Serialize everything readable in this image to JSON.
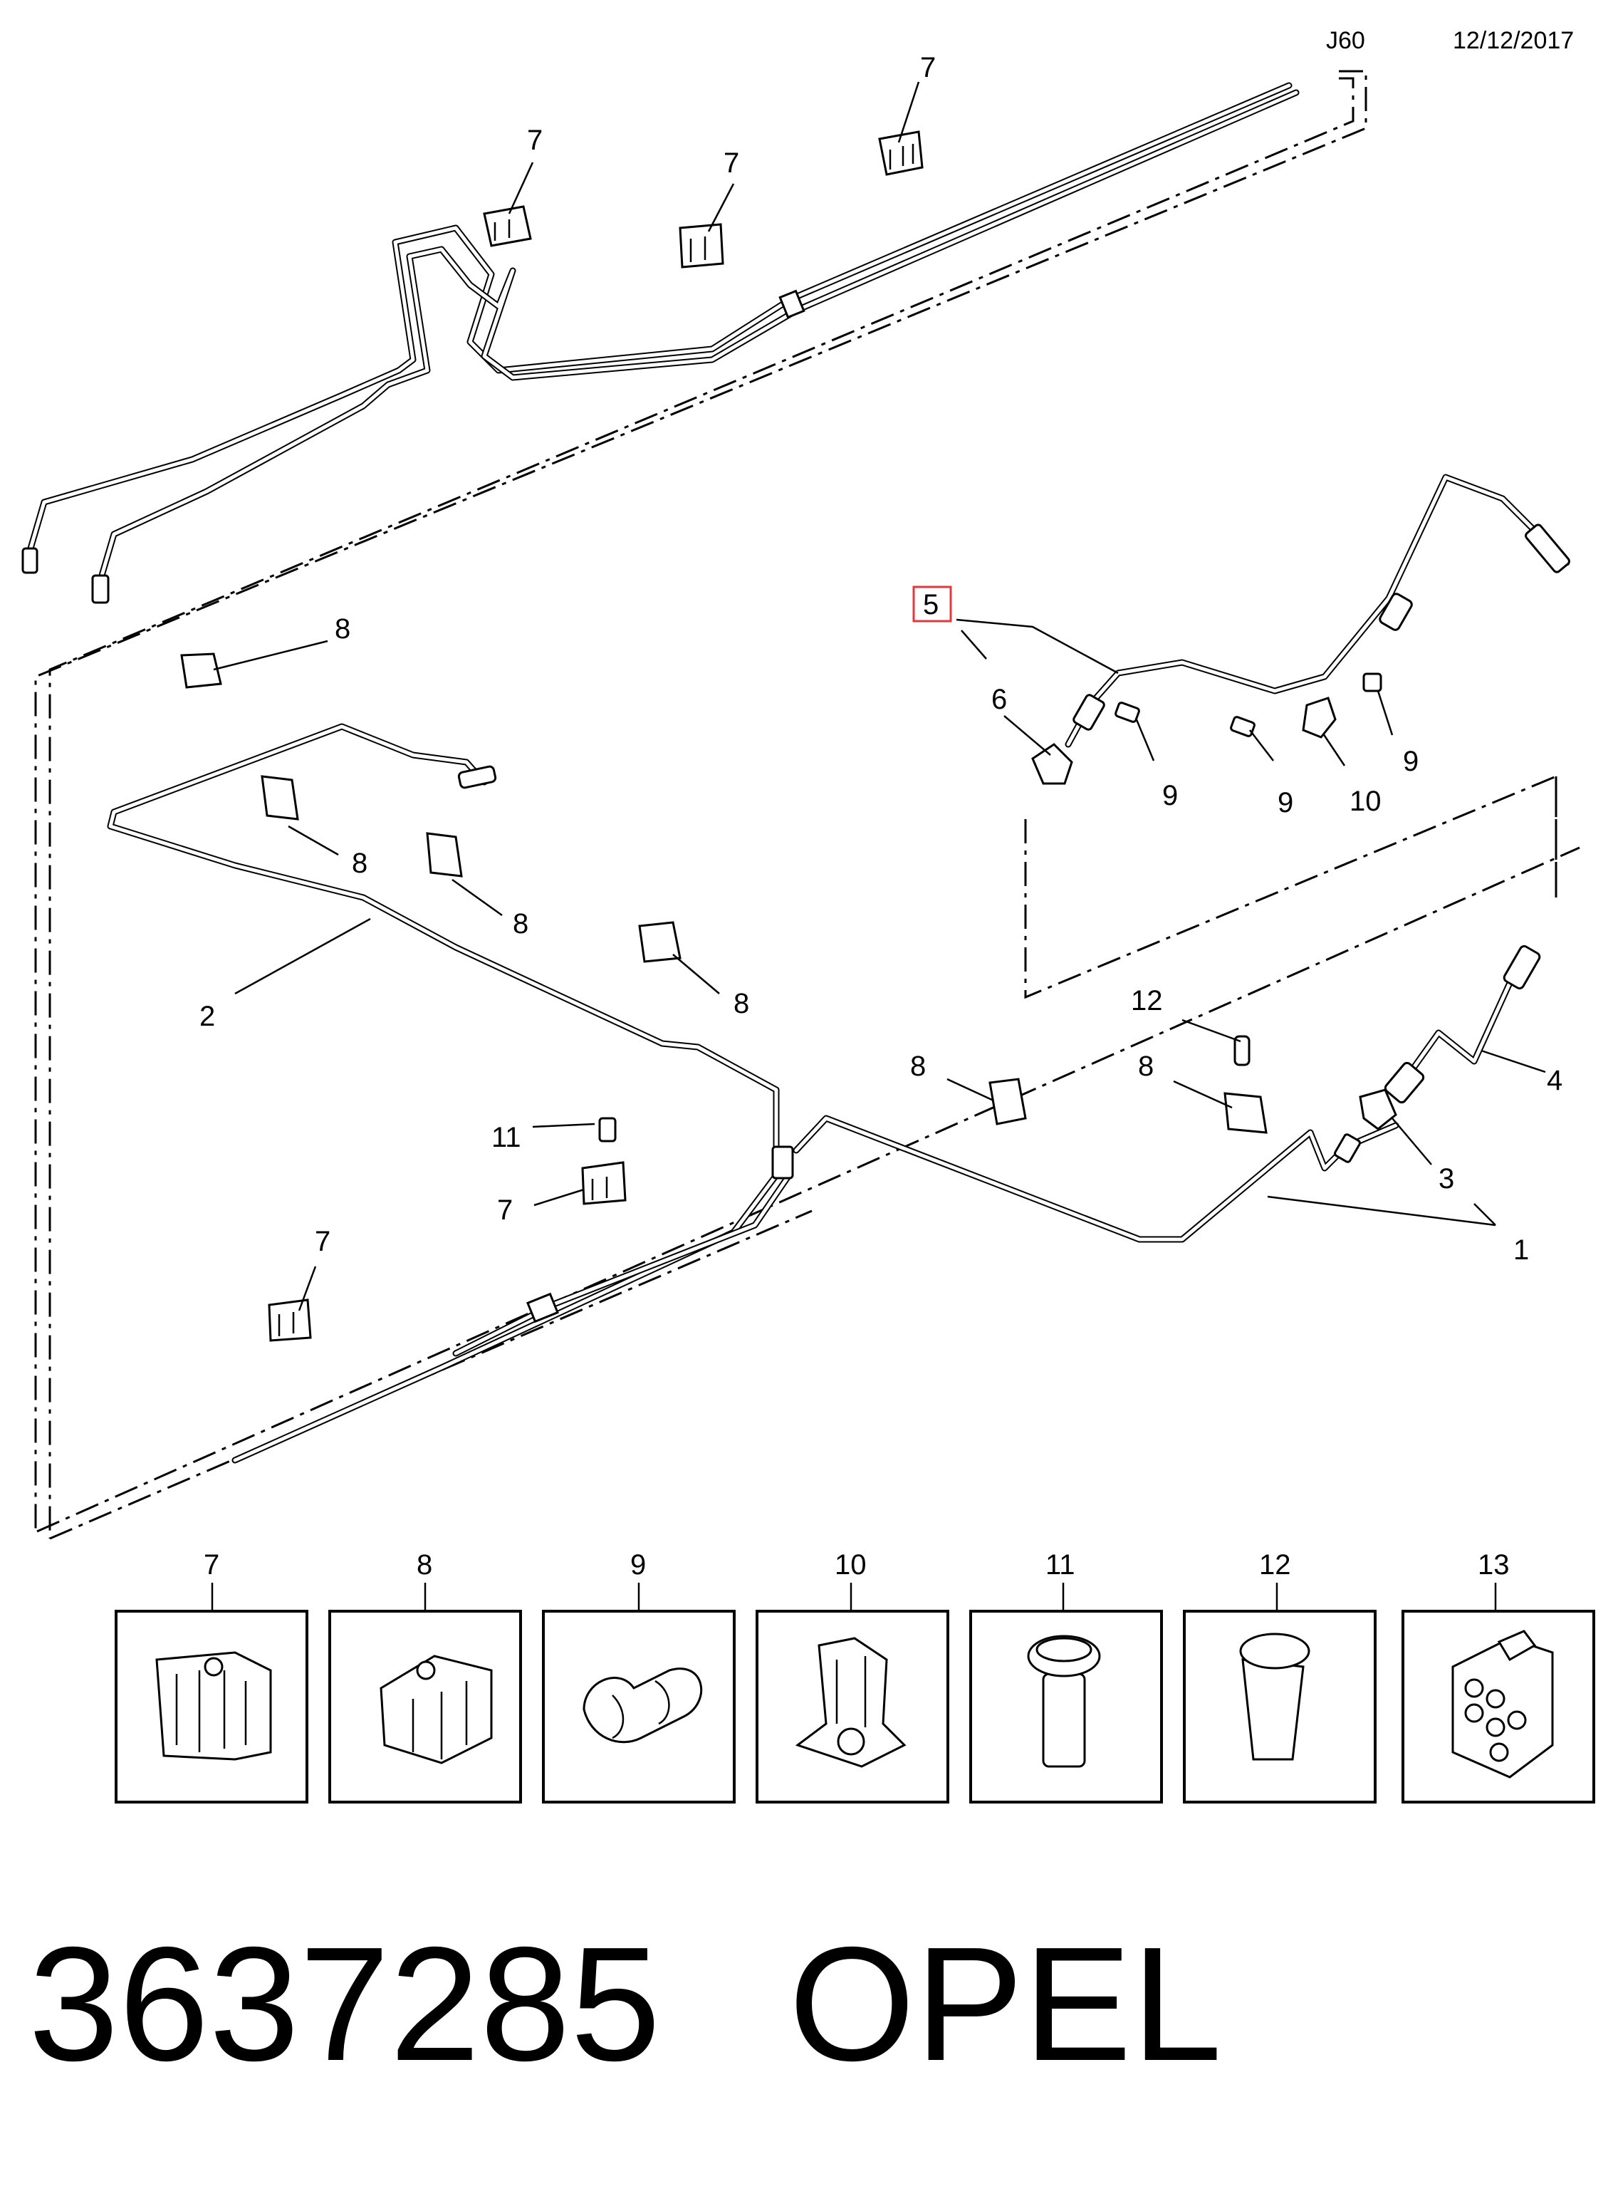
{
  "header": {
    "code": "J60",
    "date": "12/12/2017"
  },
  "callouts": {
    "c1": "1",
    "c2": "2",
    "c3": "3",
    "c4": "4",
    "c5": "5",
    "c6": "6",
    "c7": "7",
    "c8": "8",
    "c9": "9",
    "c10": "10",
    "c11": "11",
    "c12": "12"
  },
  "legend": [
    {
      "number": "7",
      "icon": "clip-7-icon"
    },
    {
      "number": "8",
      "icon": "clip-8-icon"
    },
    {
      "number": "9",
      "icon": "clip-9-icon"
    },
    {
      "number": "10",
      "icon": "clip-10-icon"
    },
    {
      "number": "11",
      "icon": "pin-11-icon"
    },
    {
      "number": "12",
      "icon": "pin-12-icon"
    },
    {
      "number": "13",
      "icon": "block-13-icon"
    }
  ],
  "footer": {
    "part_number": "3637285",
    "brand": "OPEL"
  },
  "colors": {
    "ink": "#000000",
    "highlight": "#e0393e"
  }
}
